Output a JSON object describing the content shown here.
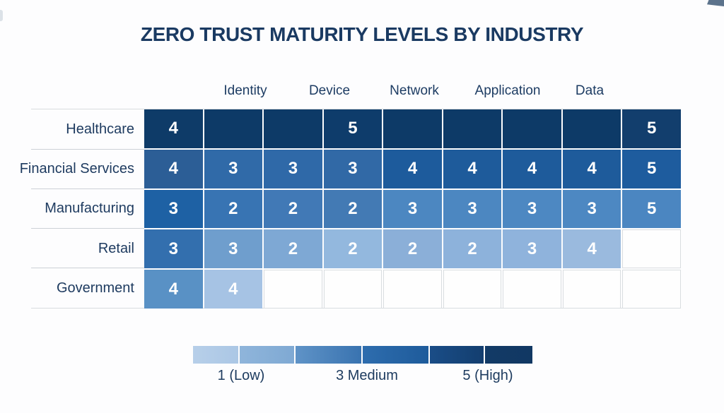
{
  "title": "ZERO TRUST MATURITY LEVELS BY INDUSTRY",
  "accent_color": "#1d3c63",
  "table": {
    "columns": [
      "Identity",
      "Device",
      "Network",
      "Application",
      "Data"
    ],
    "rows": [
      {
        "label": "Healthcare",
        "cells": [
          {
            "v": "4",
            "bg": "#0e3b68"
          },
          {
            "v": "",
            "bg": "#0d3a67"
          },
          {
            "v": "",
            "bg": "#0d3a67"
          },
          {
            "v": "5",
            "bg": "#0e3c6b"
          },
          {
            "v": "",
            "bg": "#0d3a67"
          },
          {
            "v": "",
            "bg": "#0d3a67"
          },
          {
            "v": "",
            "bg": "#0d3a67"
          },
          {
            "v": "",
            "bg": "#0d3a67"
          },
          {
            "v": "5",
            "bg": "#123e6d"
          }
        ]
      },
      {
        "label": "Financial Services",
        "cells": [
          {
            "v": "4",
            "bg": "#2c5e96"
          },
          {
            "v": "3",
            "bg": "#306aa8"
          },
          {
            "v": "3",
            "bg": "#2f69a8"
          },
          {
            "v": "3",
            "bg": "#3169a6"
          },
          {
            "v": "4",
            "bg": "#1d5b9c"
          },
          {
            "v": "4",
            "bg": "#1e5b9b"
          },
          {
            "v": "4",
            "bg": "#1e5b9b"
          },
          {
            "v": "4",
            "bg": "#1e5b9b"
          },
          {
            "v": "5",
            "bg": "#1e5c9e"
          }
        ]
      },
      {
        "label": "Manufacturing",
        "cells": [
          {
            "v": "3",
            "bg": "#1e61a4"
          },
          {
            "v": "2",
            "bg": "#3874b3"
          },
          {
            "v": "2",
            "bg": "#4179b6"
          },
          {
            "v": "2",
            "bg": "#437ab4"
          },
          {
            "v": "3",
            "bg": "#4c87c1"
          },
          {
            "v": "3",
            "bg": "#4c87c1"
          },
          {
            "v": "3",
            "bg": "#4d88c2"
          },
          {
            "v": "3",
            "bg": "#4d88c2"
          },
          {
            "v": "5",
            "bg": "#4b86c1"
          }
        ]
      },
      {
        "label": "Retail",
        "cells": [
          {
            "v": "3",
            "bg": "#336fae"
          },
          {
            "v": "3",
            "bg": "#6f9ecd"
          },
          {
            "v": "2",
            "bg": "#7ea8d4"
          },
          {
            "v": "2",
            "bg": "#93b8de"
          },
          {
            "v": "2",
            "bg": "#8bafd8"
          },
          {
            "v": "2",
            "bg": "#8db2db"
          },
          {
            "v": "3",
            "bg": "#8fb3dc"
          },
          {
            "v": "4",
            "bg": "#9abade"
          },
          {
            "v": "",
            "bg": ""
          }
        ]
      },
      {
        "label": "Government",
        "cells": [
          {
            "v": "4",
            "bg": "#5991c5"
          },
          {
            "v": "4",
            "bg": "#a6c3e4"
          },
          {
            "v": "",
            "bg": ""
          },
          {
            "v": "",
            "bg": ""
          },
          {
            "v": "",
            "bg": ""
          },
          {
            "v": "",
            "bg": ""
          },
          {
            "v": "",
            "bg": ""
          },
          {
            "v": "",
            "bg": ""
          },
          {
            "v": "",
            "bg": ""
          }
        ]
      }
    ]
  },
  "legend": {
    "labels": [
      "1 (Low)",
      "3 Medium",
      "5 (High)"
    ],
    "segments": [
      {
        "from": "#b7cfe9",
        "to": "#abc7e5"
      },
      {
        "from": "#8fb5db",
        "to": "#7fa9d3"
      },
      {
        "from": "#5f93c7",
        "to": "#3973b0"
      },
      {
        "from": "#2e6dae",
        "to": "#1e5b9b"
      },
      {
        "from": "#1a4d87",
        "to": "#133e6f"
      },
      {
        "from": "#123a66",
        "to": "#113863"
      }
    ]
  },
  "chart_data": {
    "type": "heatmap",
    "title": "ZERO TRUST MATURITY LEVELS BY INDUSTRY",
    "x_labels": [
      "Identity",
      "Device",
      "Network",
      "Application",
      "Data"
    ],
    "y_labels": [
      "Healthcare",
      "Financial Services",
      "Manufacturing",
      "Retail",
      "Government"
    ],
    "values": [
      [
        4,
        null,
        null,
        5,
        null,
        null,
        null,
        null,
        5
      ],
      [
        4,
        3,
        3,
        3,
        4,
        4,
        4,
        4,
        5
      ],
      [
        3,
        2,
        2,
        2,
        3,
        3,
        3,
        3,
        5
      ],
      [
        3,
        3,
        2,
        2,
        2,
        2,
        3,
        4,
        null
      ],
      [
        4,
        4,
        null,
        null,
        null,
        null,
        null,
        null,
        null
      ]
    ],
    "value_range": [
      1,
      5
    ],
    "colorbar_labels": [
      "1 (Low)",
      "3 Medium",
      "5 (High)"
    ],
    "legend_position": "bottom",
    "note": "5 column headers span 9 rendered cell columns; blank cells rendered white"
  }
}
